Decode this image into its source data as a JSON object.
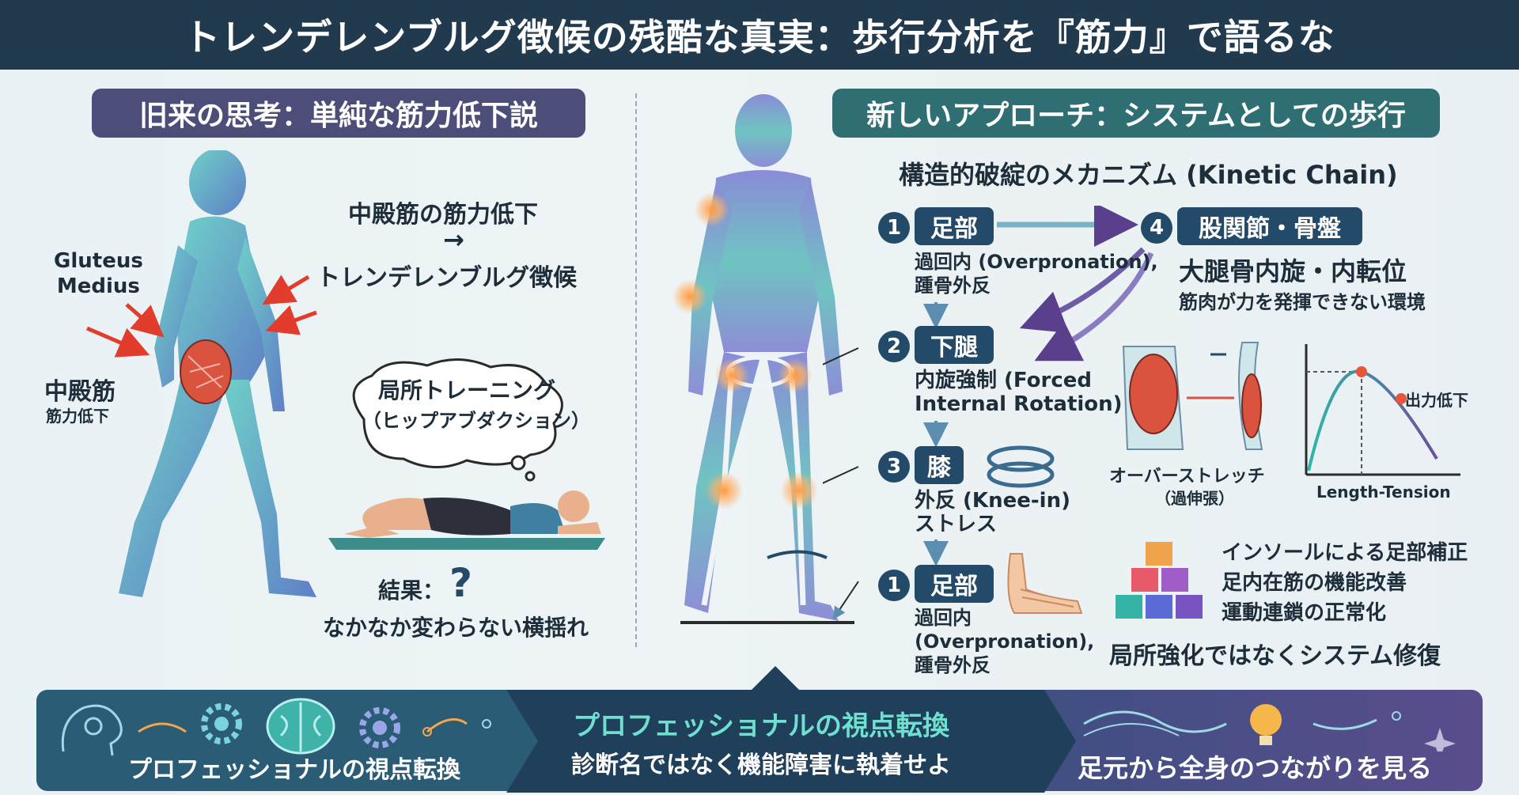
{
  "title": "トレンデレンブルグ徴候の残酷な真実：歩行分析を『筋力』で語るな",
  "left": {
    "header": "旧来の思考：単純な筋力低下説",
    "label_gluteus": [
      "Gluteus",
      "Medius"
    ],
    "label_muscle": "中殿筋",
    "label_muscle_sub": "筋力低下",
    "cause_line1": "中殿筋の筋力低下",
    "cause_arrow": "→",
    "cause_line2": "トレンデレンブルグ徴候",
    "bubble_line1": "局所トレーニング",
    "bubble_line2": "（ヒップアブダクション）",
    "result_label": "結果：",
    "result_mark": "?",
    "result_text": "なかなか変わらない横揺れ"
  },
  "right": {
    "header": "新しいアプローチ：システムとしての歩行",
    "subtitle": "構造的破綻のメカニズム (Kinetic Chain)",
    "steps": [
      {
        "num": "1",
        "label": "足部",
        "desc": [
          "過回内 (Overpronation),",
          "踵骨外反"
        ]
      },
      {
        "num": "2",
        "label": "下腿",
        "desc": [
          "内旋強制 (Forced",
          "Internal Rotation)"
        ]
      },
      {
        "num": "3",
        "label": "膝",
        "desc": [
          "外反 (Knee-in)",
          "ストレス"
        ]
      },
      {
        "num": "1",
        "label": "足部",
        "desc": [
          "過回内",
          "(Overpronation),",
          "踵骨外反"
        ]
      },
      {
        "num": "4",
        "label": "股関節・骨盤",
        "desc": [
          "大腿骨内旋・内転位",
          "筋肉が力を発揮できない環境"
        ]
      }
    ],
    "overstretch_label": "オーバーストレッチ",
    "overstretch_sub": "（過伸張）",
    "graph_label": "出力低下",
    "graph_axis": "Length-Tension",
    "solution_lines": [
      "インソールによる足部補正",
      "足内在筋の機能改善",
      "運動連鎖の正常化"
    ],
    "solution_main": "局所強化ではなくシステム修復"
  },
  "banner": {
    "left": "プロフェッショナルの視点転換",
    "mid_title": "プロフェッショナルの視点転換",
    "mid_sub": "診断名ではなく機能障害に執着せよ",
    "right": "足元から全身のつながりを見る"
  },
  "colors": {
    "title_bg": "#223a4e",
    "old_pill": "#4c4e79",
    "new_pill": "#2f6f74",
    "step_box": "#234a68",
    "accent": "#e8553a"
  }
}
